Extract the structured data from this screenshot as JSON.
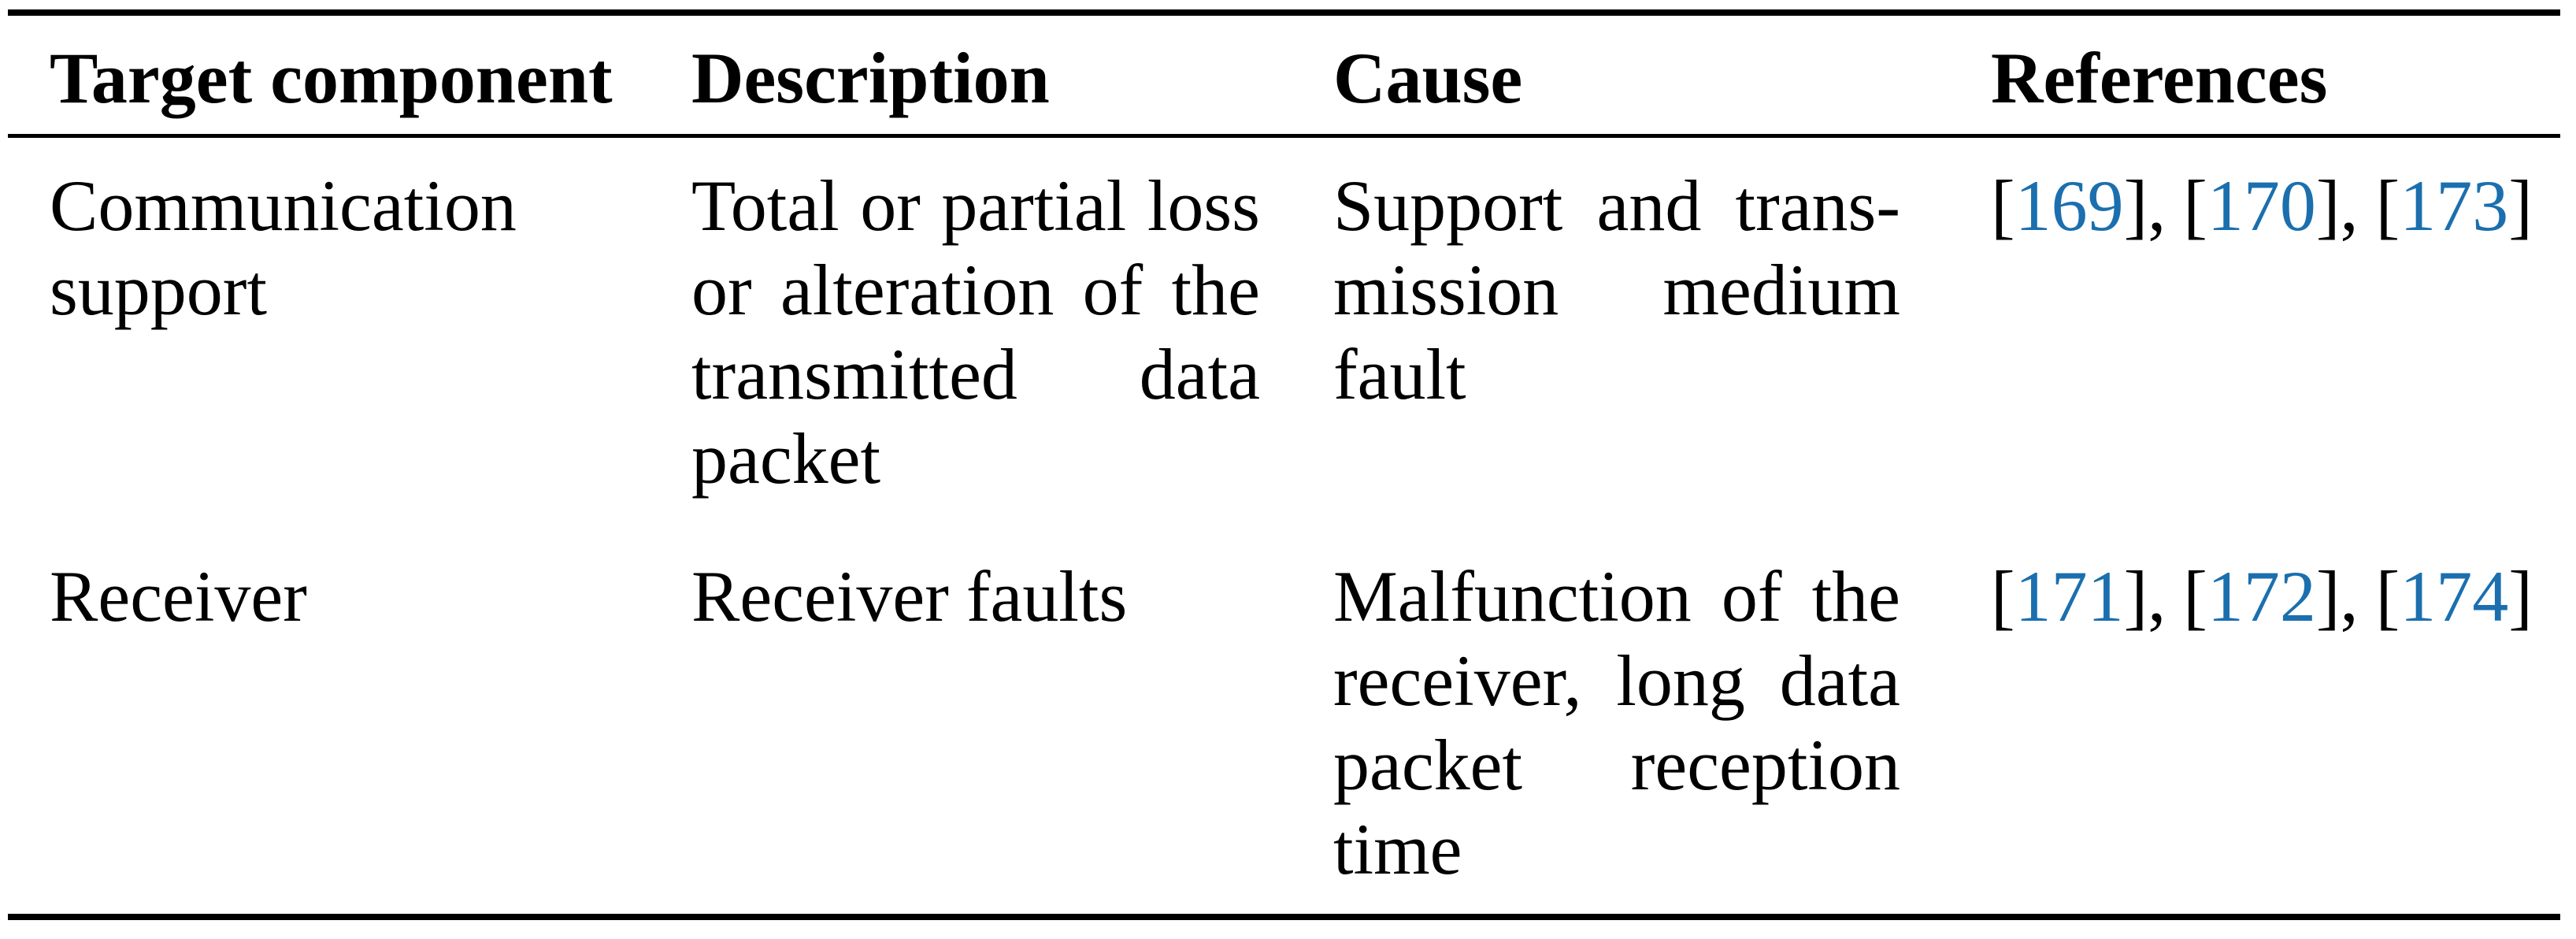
{
  "table": {
    "columns": [
      {
        "label": "Target component"
      },
      {
        "label": "Description"
      },
      {
        "label": "Cause"
      },
      {
        "label": "References"
      }
    ],
    "rows": [
      {
        "target_component": [
          "Communication",
          "support"
        ],
        "description": [
          "Total or partial loss",
          "or alteration of the",
          "transmitted data",
          "packet"
        ],
        "cause": [
          "Support and trans-",
          "mission medium",
          "fault"
        ],
        "references": [
          "169",
          "170",
          "173"
        ]
      },
      {
        "target_component": [
          "Receiver"
        ],
        "description": [
          "Receiver faults"
        ],
        "cause": [
          "Malfunction of the",
          "receiver, long data",
          "packet reception",
          "time"
        ],
        "references": [
          "171",
          "172",
          "174"
        ]
      }
    ],
    "reference_separator": ", "
  },
  "colors": {
    "text": "#000000",
    "rule": "#000000",
    "citation": "#1b6fae",
    "background": "#ffffff"
  }
}
